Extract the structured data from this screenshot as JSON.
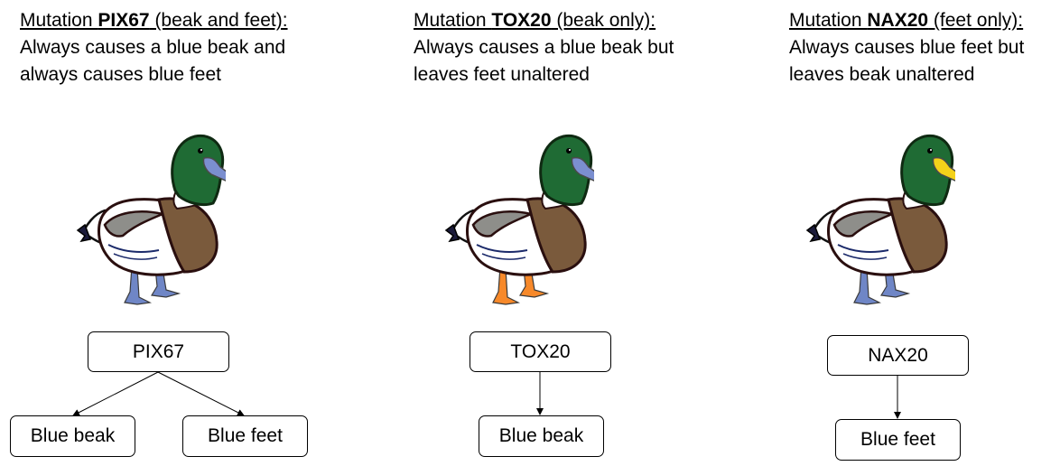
{
  "panels": [
    {
      "id": "pix67",
      "title_prefix": "Mutation ",
      "gene": "PIX67",
      "title_suffix": " (beak and feet):",
      "desc_line1": "Always causes a blue beak and",
      "desc_line2": "always causes blue feet",
      "root": "PIX67",
      "children": [
        "Blue beak",
        "Blue feet"
      ],
      "beak_color": "#7b8fd0",
      "feet_color": "#6f86c6"
    },
    {
      "id": "tox20",
      "title_prefix": "Mutation ",
      "gene": "TOX20",
      "title_suffix": " (beak only):",
      "desc_line1": "Always causes a blue beak but",
      "desc_line2": "leaves feet unaltered",
      "root": "TOX20",
      "children": [
        "Blue beak"
      ],
      "beak_color": "#7b8fd0",
      "feet_color": "#f7892a"
    },
    {
      "id": "nax20",
      "title_prefix": "Mutation ",
      "gene": "NAX20",
      "title_suffix": " (feet only):",
      "desc_line1": "Always causes blue feet but",
      "desc_line2": "leaves beak unaltered",
      "root": "NAX20",
      "children": [
        "Blue feet"
      ],
      "beak_color": "#f4d21a",
      "feet_color": "#6f86c6"
    }
  ]
}
